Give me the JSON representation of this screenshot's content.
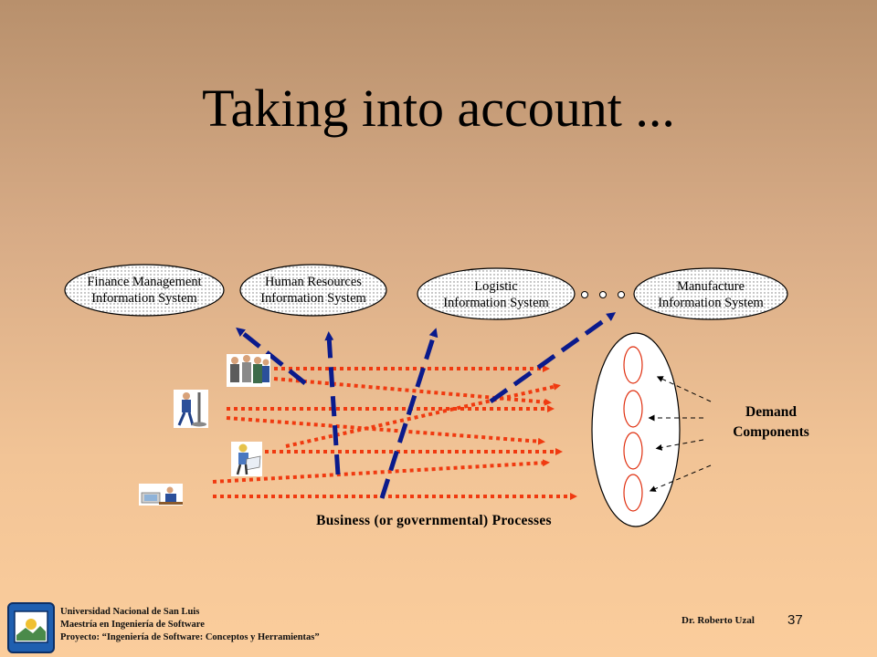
{
  "title": "Taking into account ...",
  "systems": [
    {
      "line1": "Finance Management",
      "line2": "Information System"
    },
    {
      "line1": "Human Resources",
      "line2": "Information System"
    },
    {
      "line1": "Logistic",
      "line2": "Information System"
    },
    {
      "line1": "Manufacture",
      "line2": "Information System"
    }
  ],
  "labels": {
    "demand_line1": "Demand",
    "demand_line2": "Components",
    "processes": "Business (or governmental) Processes"
  },
  "footer": {
    "university": "Universidad Nacional de San Luis",
    "master": "Maestría en Ingeniería de Software",
    "project": "Proyecto: “Ingeniería de Software: Conceptos y Herramientas”",
    "author": "Dr. Roberto Uzal",
    "page": "37"
  },
  "colors": {
    "dashed_blue": "#0a1a8c",
    "dotted_red": "#f03a10"
  }
}
